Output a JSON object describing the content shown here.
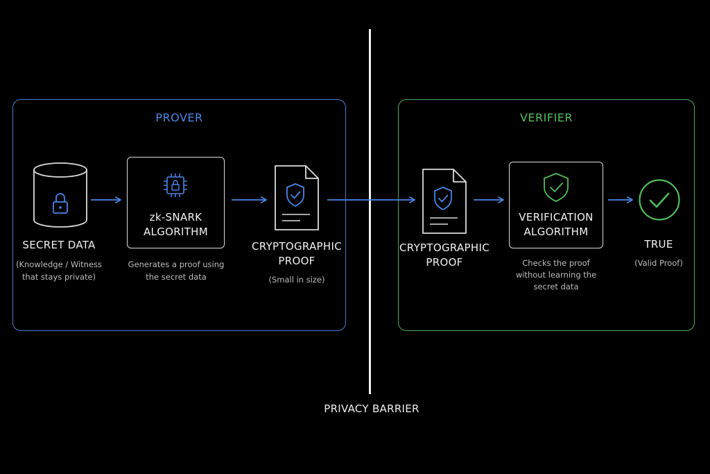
{
  "prover": {
    "title": "PROVER",
    "secret_data": {
      "label": "SECRET DATA",
      "sub_line1": "(Knowledge / Witness",
      "sub_line2": "that stays private)"
    },
    "algorithm": {
      "label_line1": "zk-SNARK",
      "label_line2": "ALGORITHM",
      "sub_line1": "Generates a proof using",
      "sub_line2": "the secret data"
    },
    "proof": {
      "label_line1": "CRYPTOGRAPHIC",
      "label_line2": "PROOF",
      "sub": "(Small in size)"
    }
  },
  "verifier": {
    "title": "VERIFIER",
    "proof": {
      "label_line1": "CRYPTOGRAPHIC",
      "label_line2": "PROOF"
    },
    "algorithm": {
      "label_line1": "VERIFICATION",
      "label_line2": "ALGORITHM",
      "sub_line1": "Checks the proof",
      "sub_line2": "without learning the",
      "sub_line3": "secret data"
    },
    "result": {
      "label": "TRUE",
      "sub": "(Valid Proof)"
    }
  },
  "barrier": {
    "label": "PRIVACY BARRIER"
  },
  "colors": {
    "prover_accent": "#4a86e8",
    "verifier_accent": "#4fbf5a",
    "outline": "#dcdcdc",
    "background": "#000000"
  },
  "icons": {
    "secret_data": "database-lock-icon",
    "zk_algorithm": "chip-lock-icon",
    "prover_proof": "document-shield-icon",
    "verifier_proof": "document-shield-icon",
    "verification": "shield-check-icon",
    "result": "circle-check-icon"
  }
}
